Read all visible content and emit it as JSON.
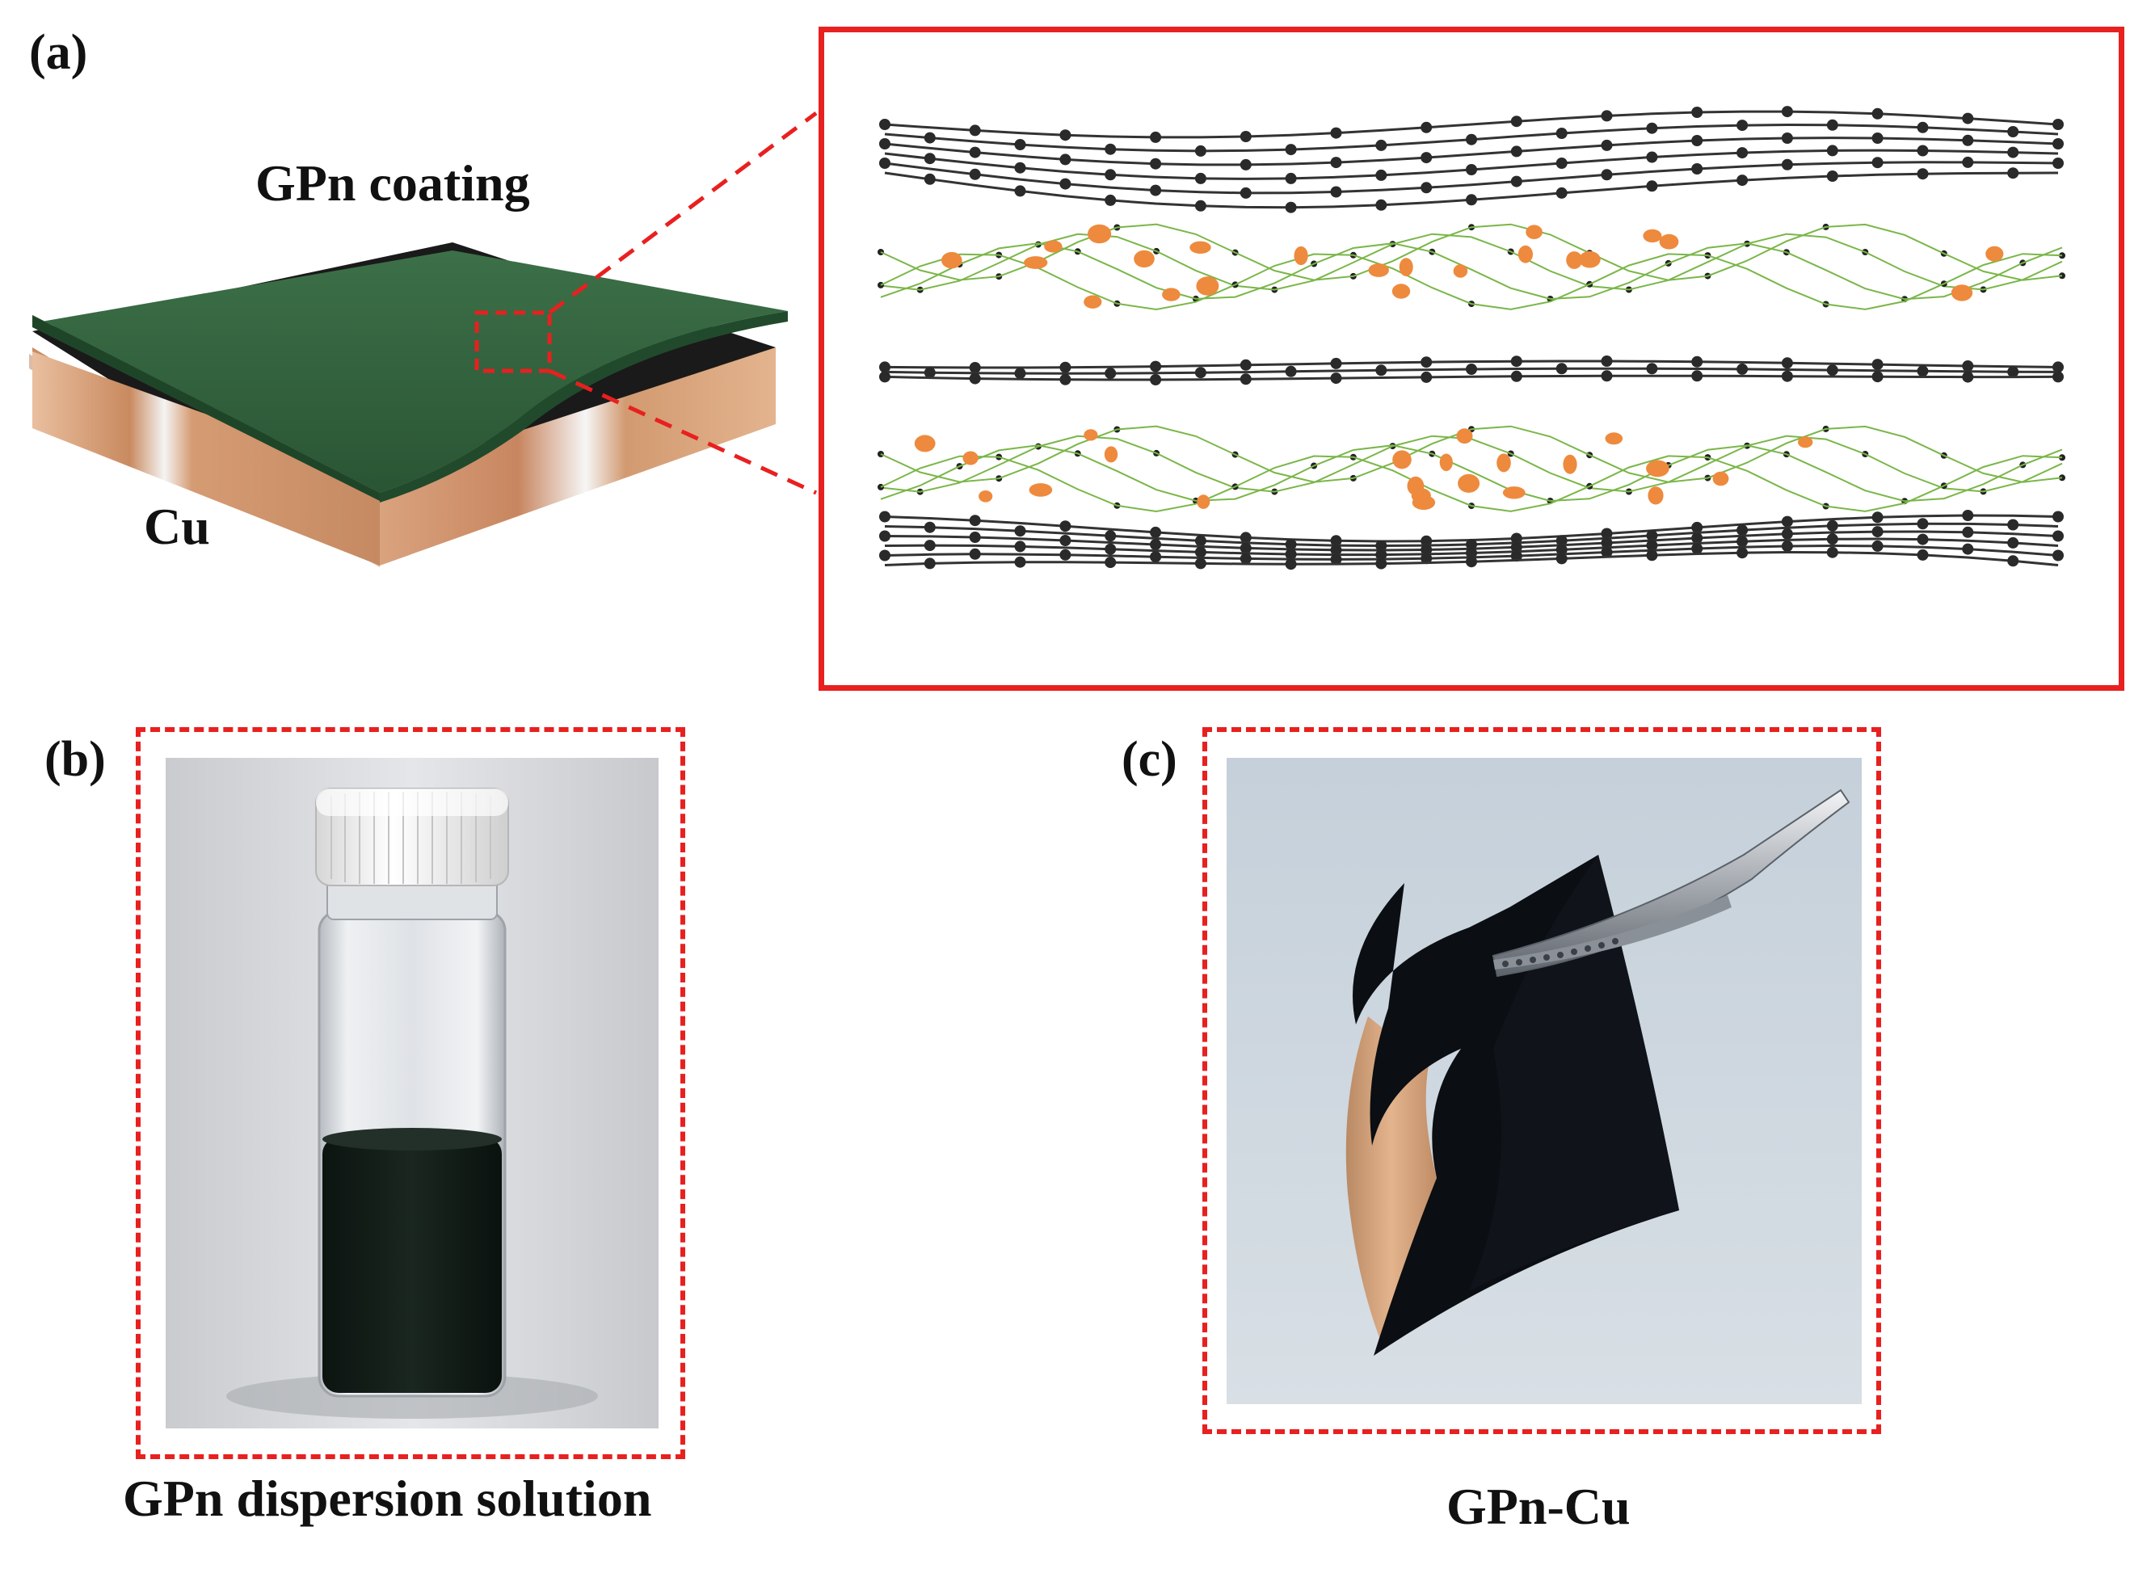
{
  "panels": {
    "a": {
      "tag": "(a)",
      "coating_label": "GPn coating",
      "substrate_label": "Cu"
    },
    "b": {
      "tag": "(b)",
      "caption": "GPn dispersion solution"
    },
    "c": {
      "tag": "(c)",
      "caption": "GPn-Cu"
    }
  },
  "colors": {
    "callout_red": "#e8201f",
    "coating_green": "#2f5d3c",
    "copper": "#d9a37e",
    "graphene_node": "#2a2a2a",
    "particle_orange": "#ee8a3d",
    "linker_green": "#7ab648"
  }
}
